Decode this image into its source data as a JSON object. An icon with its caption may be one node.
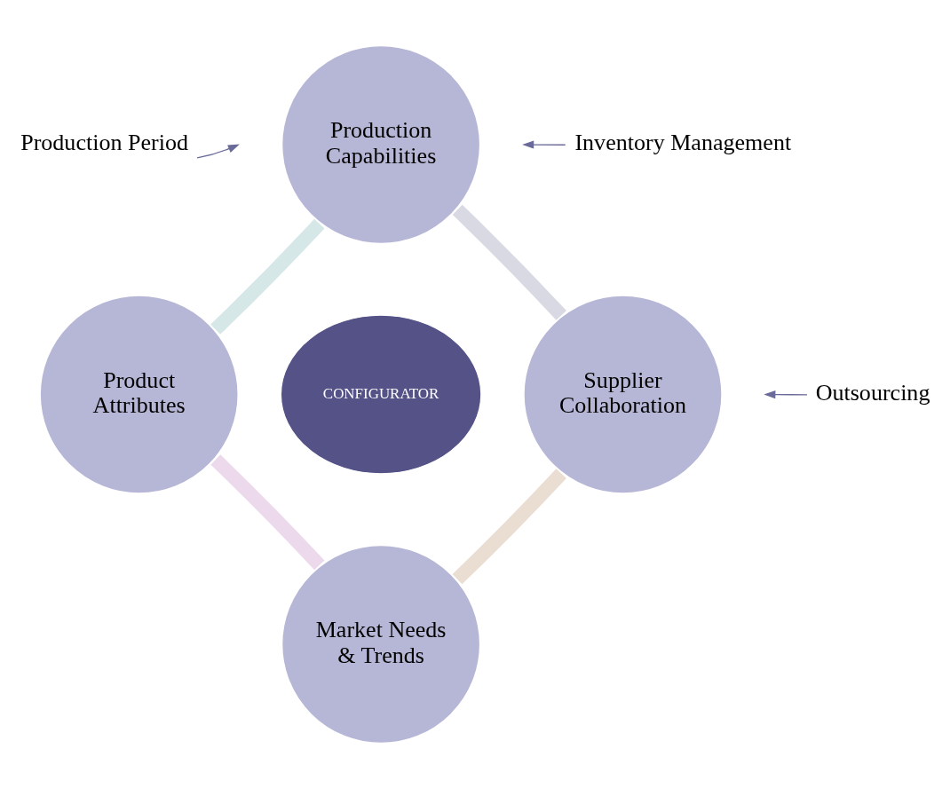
{
  "diagram": {
    "nodes": [
      {
        "text": [
          "Production Capabilities"
        ]
      },
      {
        "text": [
          "Product Attributes"
        ]
      },
      {
        "text": [
          "CONFIGURATOR"
        ]
      },
      {
        "text": [
          "Supplier Collaboration"
        ]
      },
      {
        "text": [
          "Market Needs & Trends"
        ]
      },
      {
        "text": [
          "Production Period"
        ]
      },
      {
        "text": [
          "Inventory Management"
        ]
      },
      {
        "text": [
          "Outsourcing"
        ]
      }
    ],
    "edges": [
      {
        "from": 0,
        "to": 3,
        "arrow": "none",
        "color": "#d9d9e3"
      },
      {
        "from": 3,
        "to": 4,
        "arrow": "none",
        "color": "#eaddd2"
      },
      {
        "from": 4,
        "to": 1,
        "arrow": "none",
        "color": "#ecdaec"
      },
      {
        "from": 1,
        "to": 0,
        "arrow": "none",
        "color": "#d6e7e7"
      },
      {
        "from": 5,
        "to": null,
        "arrow": "to"
      },
      {
        "from": 6,
        "to": null,
        "arrow": "to"
      },
      {
        "from": 7,
        "to": null,
        "arrow": "to"
      }
    ]
  }
}
